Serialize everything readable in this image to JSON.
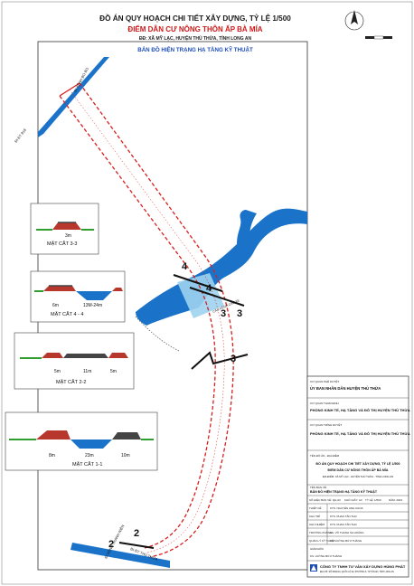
{
  "header": {
    "title": "ĐỒ ÁN QUY HOẠCH CHI TIẾT XÂY DỰNG, TỶ LỆ 1/500",
    "subtitle": "ĐIỂM DÂN CƯ NÔNG THÔN ẤP BÀ MÍA",
    "location": "ĐĐ: XÃ MỸ LẠC, HUYỆN THỦ THỪA, TỈNH LONG AN",
    "map_title": "BẢN ĐỒ HIỆN TRẠNG HẠ TẦNG KỸ THUẬT"
  },
  "map_labels": {
    "canal_left": "ĐI KÊNH BO BO",
    "road_left": "ĐI ĐT 818",
    "bridge_label": "CẦU KÊNH CẦU XE",
    "bottom_left": "ĐI KÊNH THANH NIÊN",
    "bottom_right": "ĐI ĐT THỦ THỪA",
    "cut_numbers": {
      "four": "4",
      "three": "3",
      "two": "2"
    }
  },
  "cross_sections": [
    {
      "label": "MẶT CẮT 3-3",
      "dims": [
        "3m"
      ]
    },
    {
      "label": "MẶT CẮT 4 - 4",
      "dims": [
        "6m",
        "13M-24m"
      ]
    },
    {
      "label": "MẶT CẮT 2-2",
      "dims": [
        "5m",
        "11m",
        "5m"
      ]
    },
    {
      "label": "MẶT CẮT 1-1",
      "dims": [
        "8m",
        "23m",
        "10m"
      ]
    }
  ],
  "title_block": {
    "approval": "CƠ QUAN PHÊ DUYỆT",
    "approver": "ỦY BAN NHÂN DÂN HUYỆN THỦ THỪA",
    "agency1": "CƠ QUAN THẨM ĐỊNH",
    "appraiser": "PHÒNG KINH TẾ, HẠ TẦNG VÀ ĐÔ THỊ HUYỆN THỦ THỪA",
    "agency2": "CƠ QUAN TRÌNH DUYỆT",
    "submitter": "PHÒNG KINH TẾ, HẠ TẦNG VÀ ĐÔ THỊ HUYỆN THỦ THỪA",
    "project_header": "TÊN ĐỒ ÁN - ĐỊA ĐIỂM",
    "project_line1": "ĐỒ ÁN QUY HOẠCH CHI TIẾT XÂY DỰNG, TỶ LỆ 1/500",
    "project_line2": "ĐIỂM DÂN CƯ NÔNG THÔN ẤP BÀ MÍA",
    "project_line3": "ĐỊA ĐIỂM: XÃ MỸ LẠC - HUYỆN THỦ THỪA - TỈNH LONG AN",
    "drawing_name_label": "TÊN BẢN VẼ:",
    "drawing_name": "BẢN ĐỒ HIỆN TRẠNG HẠ TẦNG KỸ THUẬT",
    "sheet_no": "SỐ HIỆU BẢN VẼ: QH-03",
    "paper_size": "KHỔ GIẤY: A3",
    "scale": "TỶ LỆ: 1/500",
    "date": "NĂM: 2023",
    "roles": [
      {
        "role": "THIẾT KẾ",
        "name": "KTS. NGUYỄN ANH KHOA"
      },
      {
        "role": "CHỦ TRÌ",
        "name": "KTS. PHAN TẤN THỌ"
      },
      {
        "role": "CHỦ NHIỆM",
        "name": "KTS. PHAN TẤN THỌ"
      },
      {
        "role": "TRƯỞNG PHÒNG",
        "name": "KS. VÕ THANH SA HOÀNG"
      },
      {
        "role": "QUẢN LÝ KỸ THUẬT",
        "name": "KS. HUỲNH BỬU THÀNG"
      }
    ],
    "director_label": "GIÁM ĐỐC",
    "director": "KS. HUỲNH BỬU THÀNG",
    "company": "CÔNG TY TNHH TƯ VẤN XÂY DỰNG HÙNG PHÁT",
    "company_address": "ĐỊA CHỈ: SỐ 68/02/10, QUỐC LỘ 62, PHƯỜNG 6, TP TÂN AN, TỈNH LONG AN"
  },
  "colors": {
    "water": "#1a73c9",
    "road_outline": "#d81e1e",
    "title_red": "#d01818",
    "title_blue": "#1e4fb8",
    "soil": "#b7372d",
    "grass": "#2f9e2f",
    "asphalt": "#444444"
  }
}
